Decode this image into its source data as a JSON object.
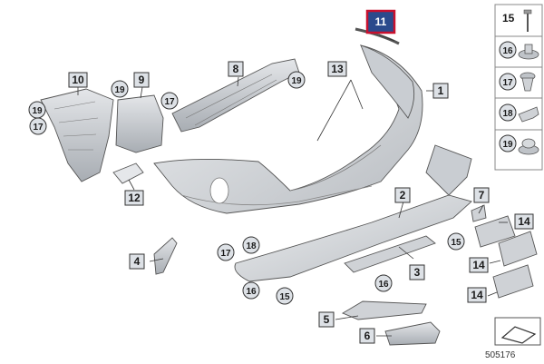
{
  "highlight_label": "11",
  "ref_number": "505176",
  "labels": {
    "l1": "1",
    "l2": "2",
    "l3": "3",
    "l4": "4",
    "l5": "5",
    "l6": "6",
    "l7": "7",
    "l8": "8",
    "l9": "9",
    "l10": "10",
    "l12": "12",
    "l13": "13",
    "l14a": "14",
    "l14b": "14",
    "l14c": "14",
    "c15a": "15",
    "c15b": "15",
    "c16a": "16",
    "c16b": "16",
    "c17a": "17",
    "c17b": "17",
    "c17c": "17",
    "c18": "18",
    "c19a": "19",
    "c19b": "19",
    "c19c": "19"
  },
  "side_panel": [
    "15",
    "16",
    "17",
    "18",
    "19"
  ],
  "colors": {
    "highlight_border": "#c8102e",
    "highlight_fill": "#2b4a8c",
    "part_fill": "#d7dadd",
    "badge_fill": "#dde1e6"
  }
}
